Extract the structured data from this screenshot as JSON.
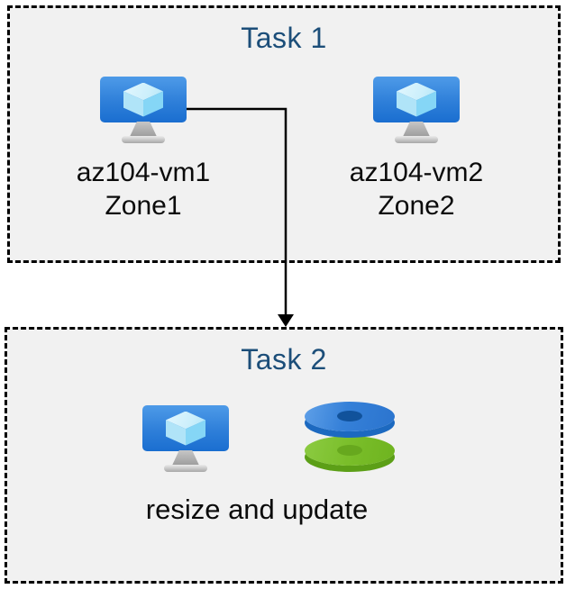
{
  "task1": {
    "title": "Task 1",
    "vms": [
      {
        "name": "az104-vm1",
        "zone": "Zone1",
        "icon": "virtual-machine-icon"
      },
      {
        "name": "az104-vm2",
        "zone": "Zone2",
        "icon": "virtual-machine-icon"
      }
    ]
  },
  "task2": {
    "title": "Task 2",
    "caption": "resize and update",
    "icons": [
      "virtual-machine-icon",
      "managed-disks-icon"
    ]
  },
  "connector": {
    "icon": "arrow-down-connector"
  },
  "colors": {
    "title_text": "#1C4E79",
    "label_text": "#0B0B0B",
    "box_fill": "#F1F1F1",
    "box_border": "#000000",
    "arrow": "#000000",
    "vm_screen_top": "#4E9BE8",
    "vm_screen_bottom": "#1A6ED0",
    "disk_blue_top": "#3580D8",
    "disk_blue_rim": "#1C69C0",
    "disk_blue_hole": "#11529B",
    "disk_green_top": "#7ABE2A",
    "disk_green_rim": "#5C9F17",
    "disk_green_hole": "#67A81E"
  }
}
